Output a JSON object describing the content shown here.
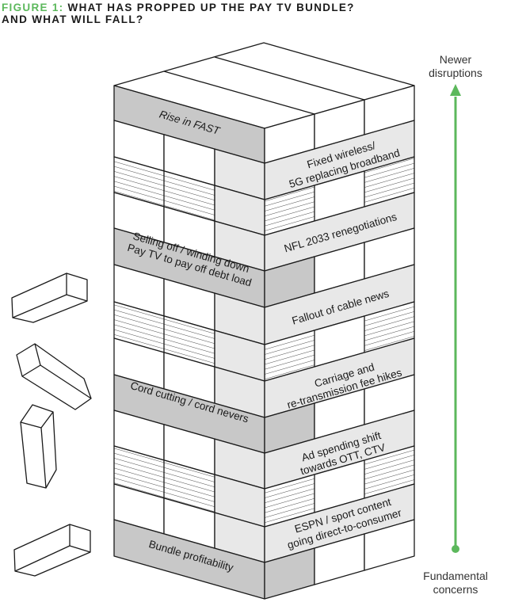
{
  "figure": {
    "label": "FIGURE 1:",
    "title_line1": "WHAT HAS PROPPED UP THE PAY TV BUNDLE?",
    "title_line2": "AND WHAT WILL FALL?",
    "accent_color": "#5cb85c"
  },
  "axis": {
    "top_label_line1": "Newer",
    "top_label_line2": "disruptions",
    "bottom_label_line1": "Fundamental",
    "bottom_label_line2": "concerns",
    "arrow_color": "#5cb85c"
  },
  "colors": {
    "dark_block": "#c8c8c8",
    "light_block": "#e8e8e8",
    "plain_block": "#ffffff",
    "outline": "#1a1a1a"
  },
  "blocks": {
    "rise_in_fast": "Rise in FAST",
    "fixed_wireless_1": "Fixed wireless/",
    "fixed_wireless_2": "5G replacing broadband",
    "nfl": "NFL 2033 renegotiations",
    "selling_off_1": "Selling off / winding down",
    "selling_off_2": "Pay TV to pay off debt load",
    "cable_news": "Fallout of cable news",
    "carriage_1": "Carriage and",
    "carriage_2": "re-transmission fee hikes",
    "cord_cutting": "Cord cutting / cord nevers",
    "ad_spending_1": "Ad spending shift",
    "ad_spending_2": "towards OTT, CTV",
    "espn_1": "ESPN / sport content",
    "espn_2": "going direct-to-consumer",
    "bundle": "Bundle profitability"
  }
}
